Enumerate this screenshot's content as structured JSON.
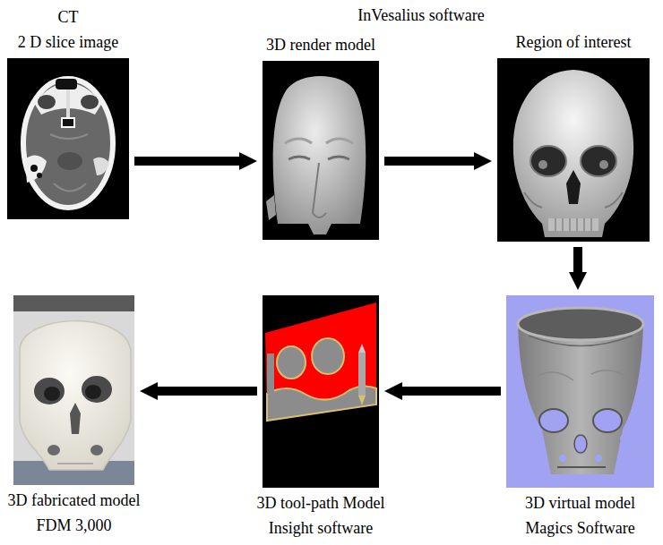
{
  "diagram": {
    "nodes": [
      {
        "text": [
          "CT",
          "2 D slice image"
        ]
      },
      {
        "text": [
          "3D render model"
        ]
      },
      {
        "text": [
          "Region of interest"
        ]
      },
      {
        "text": [
          "3D virtual model",
          "Magics Software"
        ]
      },
      {
        "text": [
          "3D tool-path Model",
          "Insight software"
        ]
      },
      {
        "text": [
          "3D fabricated model",
          "FDM 3,000"
        ]
      }
    ],
    "edges": [
      {
        "from": 0,
        "to": 1,
        "arrow": "to"
      },
      {
        "from": 1,
        "to": 2,
        "arrow": "to"
      },
      {
        "from": 2,
        "to": 3,
        "arrow": "to"
      },
      {
        "from": 3,
        "to": 4,
        "arrow": "to"
      },
      {
        "from": 4,
        "to": 5,
        "arrow": "to"
      }
    ],
    "labels": [
      "InVesalius software"
    ]
  }
}
